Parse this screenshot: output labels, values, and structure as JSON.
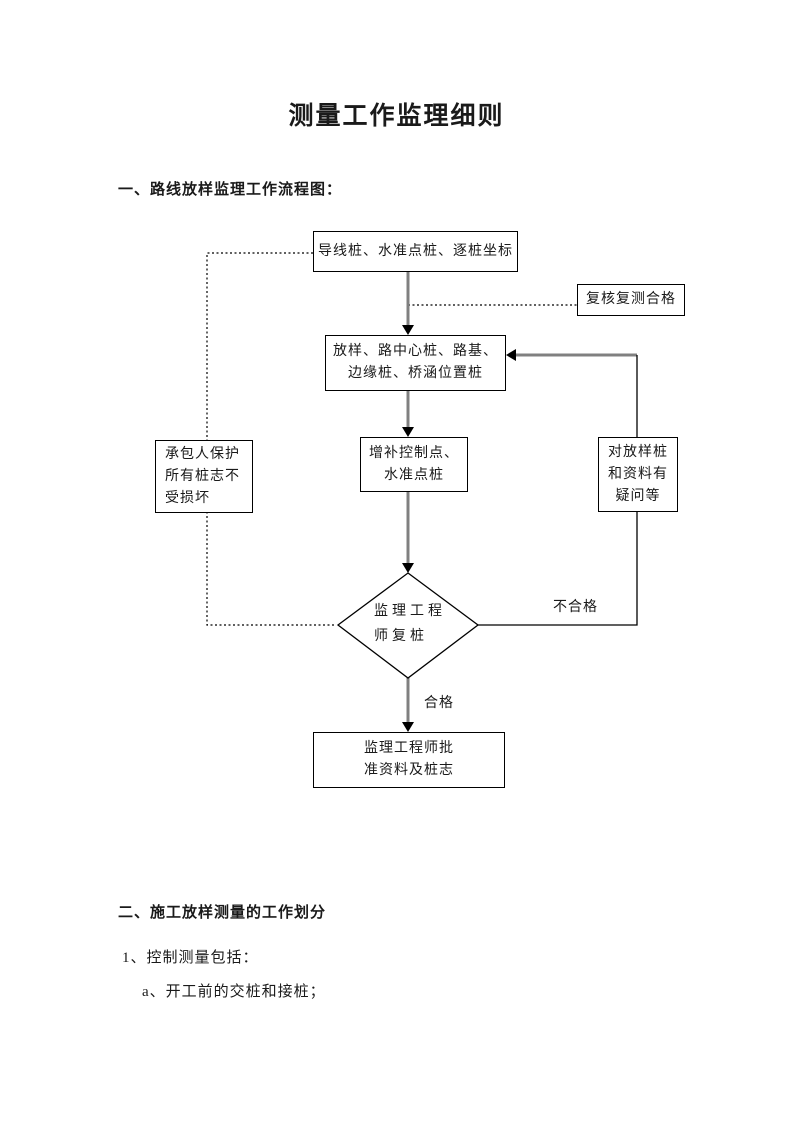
{
  "page": {
    "title": "测量工作监理细则"
  },
  "sections": {
    "section1_heading": "一、路线放样监理工作流程图：",
    "section2_heading": "二、施工放样测量的工作划分",
    "item_1": "1、控制测量包括：",
    "item_1a": "a、开工前的交桩和接桩；"
  },
  "flowchart": {
    "nodes": {
      "survey_stakes": "导线桩、水准点桩、逐桩坐标",
      "recheck_pass": "复核复测合格",
      "setting_out": "放样、路中心桩、路基、\n边缘桩、桥涵位置桩",
      "contractor_protect": "承包人保护\n所有桩志不\n受损坏",
      "add_control_points": "增补控制点、\n水准点桩",
      "doubt_on_stakes": "对放样桩\n和资料有\n疑问等",
      "engineer_recheck": "监理工程\n师复桩",
      "approve": "监理工程师批\n准资料及桩志"
    },
    "labels": {
      "fail": "不合格",
      "pass": "合格"
    },
    "colors": {
      "flow_line_gray": "#808080",
      "connector_black": "#000000",
      "box_border": "#000000",
      "page_background": "#ffffff"
    }
  }
}
